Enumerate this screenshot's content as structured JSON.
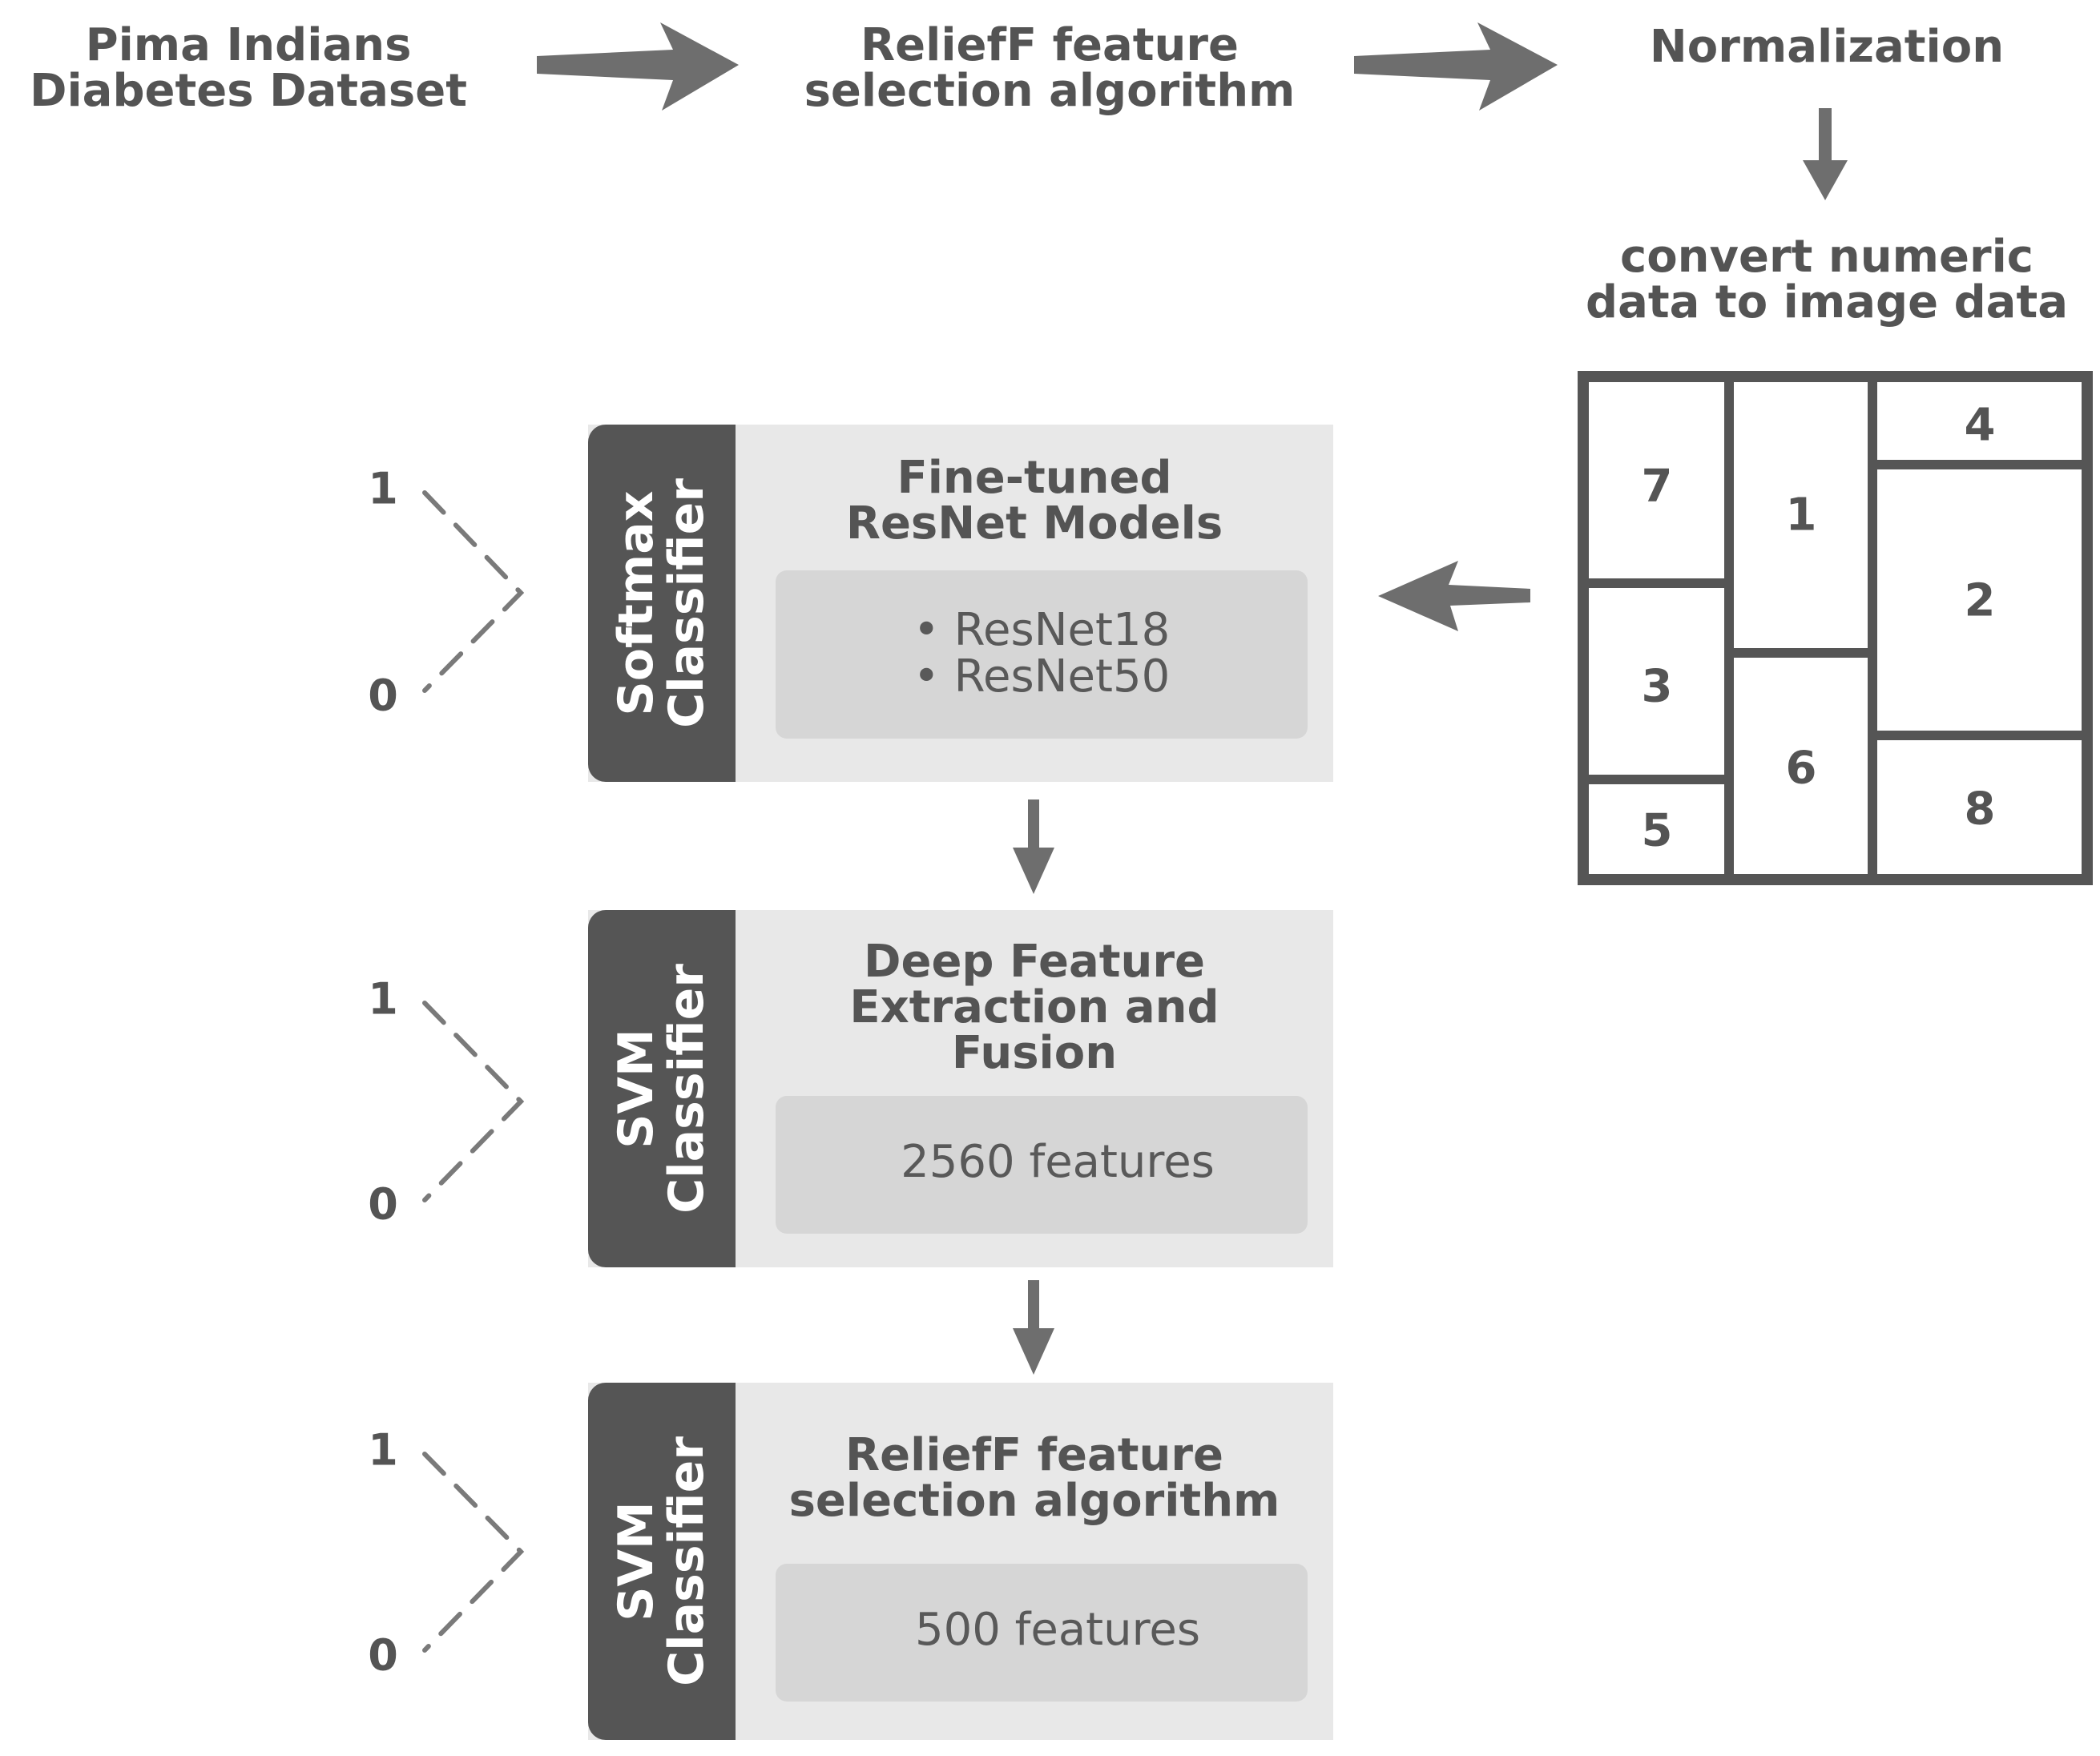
{
  "pipeline": {
    "dataset": [
      "Pima Indians",
      "Diabetes Dataset"
    ],
    "feature_selection": [
      "ReliefF feature",
      "selection algorithm"
    ],
    "normalization": "Normalization",
    "conversion": [
      "convert numeric",
      "data to image data"
    ]
  },
  "image_grid": [
    "7",
    "1",
    "4",
    "2",
    "3",
    "6",
    "5",
    "8"
  ],
  "stages": [
    {
      "classifier": [
        "Softmax",
        "Classifier"
      ],
      "title": [
        "Fine-tuned",
        "ResNet Models"
      ],
      "items": [
        "• ResNet18",
        "• ResNet50"
      ],
      "outputs": [
        "1",
        "0"
      ]
    },
    {
      "classifier": [
        "SVM",
        "Classifier"
      ],
      "title": [
        "Deep Feature",
        "Extraction and",
        "Fusion"
      ],
      "items": [
        "2560 features"
      ],
      "outputs": [
        "1",
        "0"
      ]
    },
    {
      "classifier": [
        "SVM",
        "Classifier"
      ],
      "title": [
        "ReliefF feature",
        "selection algorithm"
      ],
      "items": [
        "500 features"
      ],
      "outputs": [
        "1",
        "0"
      ]
    }
  ],
  "colors": {
    "text": "#545454",
    "arrow": "#6e6e6e",
    "panel": "#e8e8e8",
    "side_bar": "#555555",
    "inner_box": "#d6d6d6"
  }
}
